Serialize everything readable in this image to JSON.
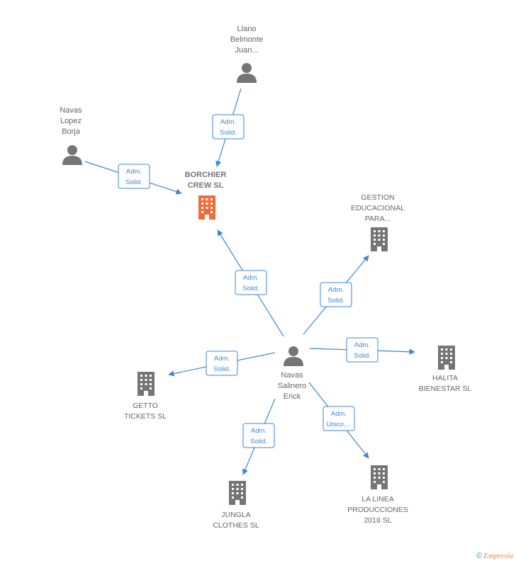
{
  "nodes": {
    "llano": {
      "label": [
        "Llano",
        "Belmonte",
        "Juan..."
      ],
      "kind": "person"
    },
    "navasL": {
      "label": [
        "Navas",
        "Lopez",
        "Borja"
      ],
      "kind": "person"
    },
    "borchier": {
      "label": [
        "BORCHIER",
        "CREW  SL"
      ],
      "kind": "company-main"
    },
    "gestion": {
      "label": [
        "GESTION",
        "EDUCACIONAL",
        "PARA..."
      ],
      "kind": "company"
    },
    "navasS": {
      "label": [
        "Navas",
        "Salinero",
        "Erick"
      ],
      "kind": "person"
    },
    "halita": {
      "label": [
        "HALITA",
        "BIENESTAR  SL"
      ],
      "kind": "company"
    },
    "getto": {
      "label": [
        "GETTO",
        "TICKETS SL"
      ],
      "kind": "company"
    },
    "jungla": {
      "label": [
        "JUNGLA",
        "CLOTHES  SL"
      ],
      "kind": "company"
    },
    "linea": {
      "label": [
        "LA LINEA",
        "PRODUCCIONES",
        "2018  SL"
      ],
      "kind": "company"
    }
  },
  "edges": [
    {
      "from": "llano",
      "to": "borchier",
      "role": [
        "Adm.",
        "Solid."
      ]
    },
    {
      "from": "navasL",
      "to": "borchier",
      "role": [
        "Adm.",
        "Solid."
      ]
    },
    {
      "from": "navasS",
      "to": "borchier",
      "role": [
        "Adm.",
        "Solid."
      ]
    },
    {
      "from": "navasS",
      "to": "gestion",
      "role": [
        "Adm.",
        "Solid."
      ]
    },
    {
      "from": "navasS",
      "to": "halita",
      "role": [
        "Adm.",
        "Solid."
      ]
    },
    {
      "from": "navasS",
      "to": "getto",
      "role": [
        "Adm.",
        "Solid."
      ]
    },
    {
      "from": "navasS",
      "to": "jungla",
      "role": [
        "Adm.",
        "Solid."
      ]
    },
    {
      "from": "navasS",
      "to": "linea",
      "role": [
        "Adm.",
        "Unico,..."
      ]
    }
  ],
  "colors": {
    "edge": "#3d86d8",
    "person_icon": "#757575",
    "company_icon": "#757575",
    "main_company_icon": "#f26c3a"
  },
  "footer": {
    "copyright": "©",
    "brand": "Empresia"
  }
}
